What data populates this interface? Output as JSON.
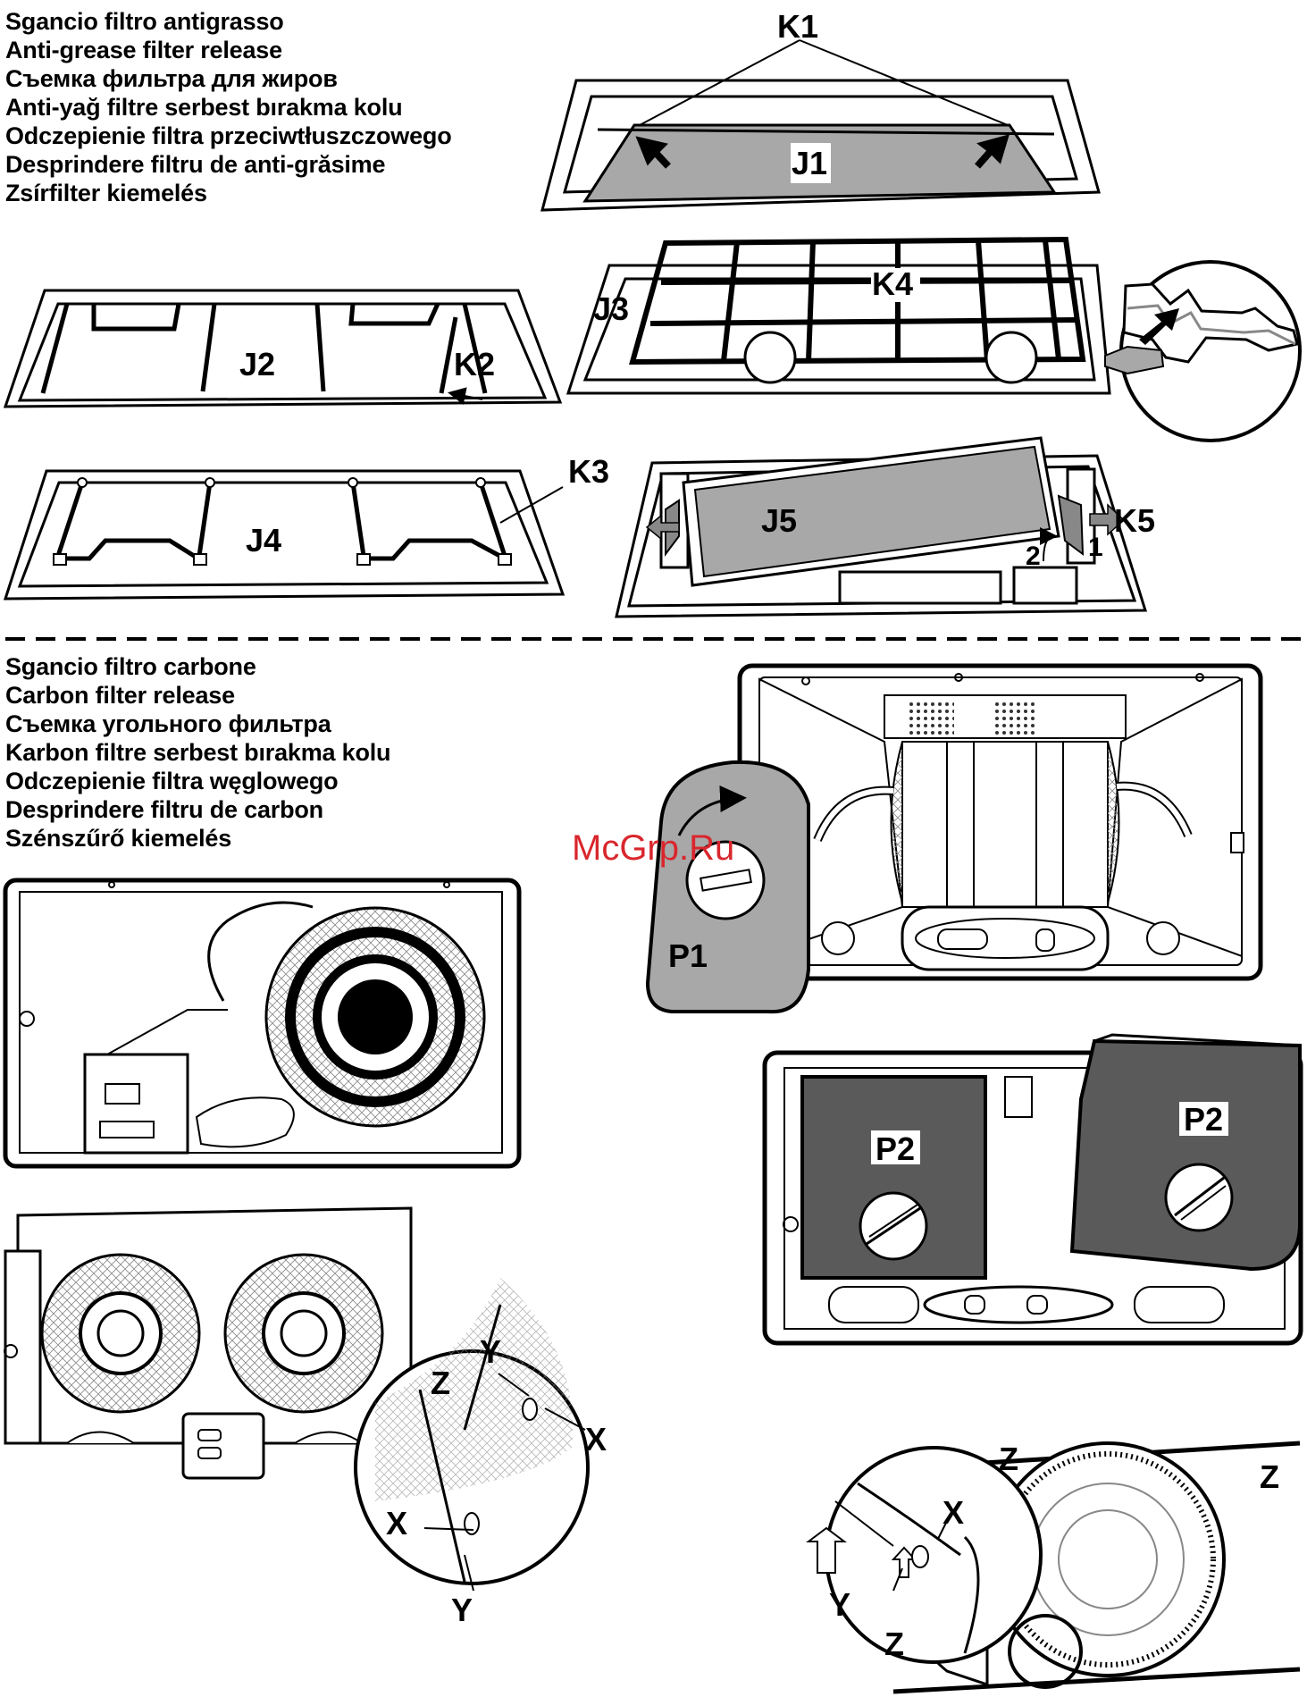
{
  "section_grease": {
    "captions": [
      "Sgancio filtro antigrasso",
      "Anti-grease filter release",
      "Съемка фильтра для жиров",
      "Anti-yağ filtre serbest bırakma kolu",
      "Odczepienie filtra przeciwtłuszczowego",
      "Desprindere filtru de anti-grăsime",
      "Zsírfilter kiemelés"
    ],
    "labels": {
      "K1": "K1",
      "J1": "J1",
      "J2": "J2",
      "K2": "K2",
      "J3": "J3",
      "K4": "K4",
      "K3": "K3",
      "J4": "J4",
      "J5": "J5",
      "K5": "K5",
      "step1": "1",
      "step2": "2"
    }
  },
  "section_carbon": {
    "captions": [
      "Sgancio filtro carbone",
      "Carbon filter release",
      "Съемка угольного фильтра",
      "Karbon filtre serbest bırakma kolu",
      "Odczepienie filtra węglowego",
      "Desprindere filtru de carbon",
      "Szénszűrő kiemelés"
    ],
    "labels": {
      "P1": "P1",
      "P2a": "P2",
      "P2b": "P2",
      "Z1": "Z",
      "Y1": "Y",
      "X1": "X",
      "X2": "X",
      "Y2": "Y",
      "Z2": "Z",
      "Z3": "Z",
      "X3": "X",
      "Y3": "Y",
      "Z4": "Z"
    }
  },
  "watermark": "McGrp.Ru",
  "colors": {
    "filter_grey": "#a8a8a8",
    "dark_filter": "#5a5a5a",
    "watermark": "#d9262c"
  }
}
